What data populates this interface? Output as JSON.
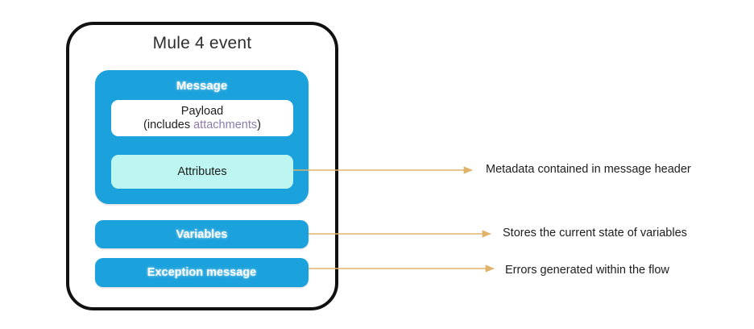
{
  "diagram": {
    "title": "Mule 4 event",
    "background_color": "#ffffff",
    "container_border_color": "#111111",
    "accent_blue": "#1BA1DC",
    "attributes_fill": "#BDF6F1",
    "payload_fill": "#ffffff",
    "arrow_color": "#E0B36A",
    "attachments_color": "#8d7bb0"
  },
  "message": {
    "label": "Message",
    "payload": {
      "line1": "Payload",
      "prefix": "(includes ",
      "highlight": "attachments",
      "suffix": ")"
    },
    "attributes": {
      "label": "Attributes"
    }
  },
  "rows": [
    {
      "label": "Variables"
    },
    {
      "label": "Exception message"
    }
  ],
  "annotations": [
    {
      "id": "attributes-note",
      "text": "Metadata contained in message header"
    },
    {
      "id": "variables-note",
      "text": "Stores the current state of variables"
    },
    {
      "id": "exception-note",
      "text": "Errors generated within the flow"
    }
  ]
}
